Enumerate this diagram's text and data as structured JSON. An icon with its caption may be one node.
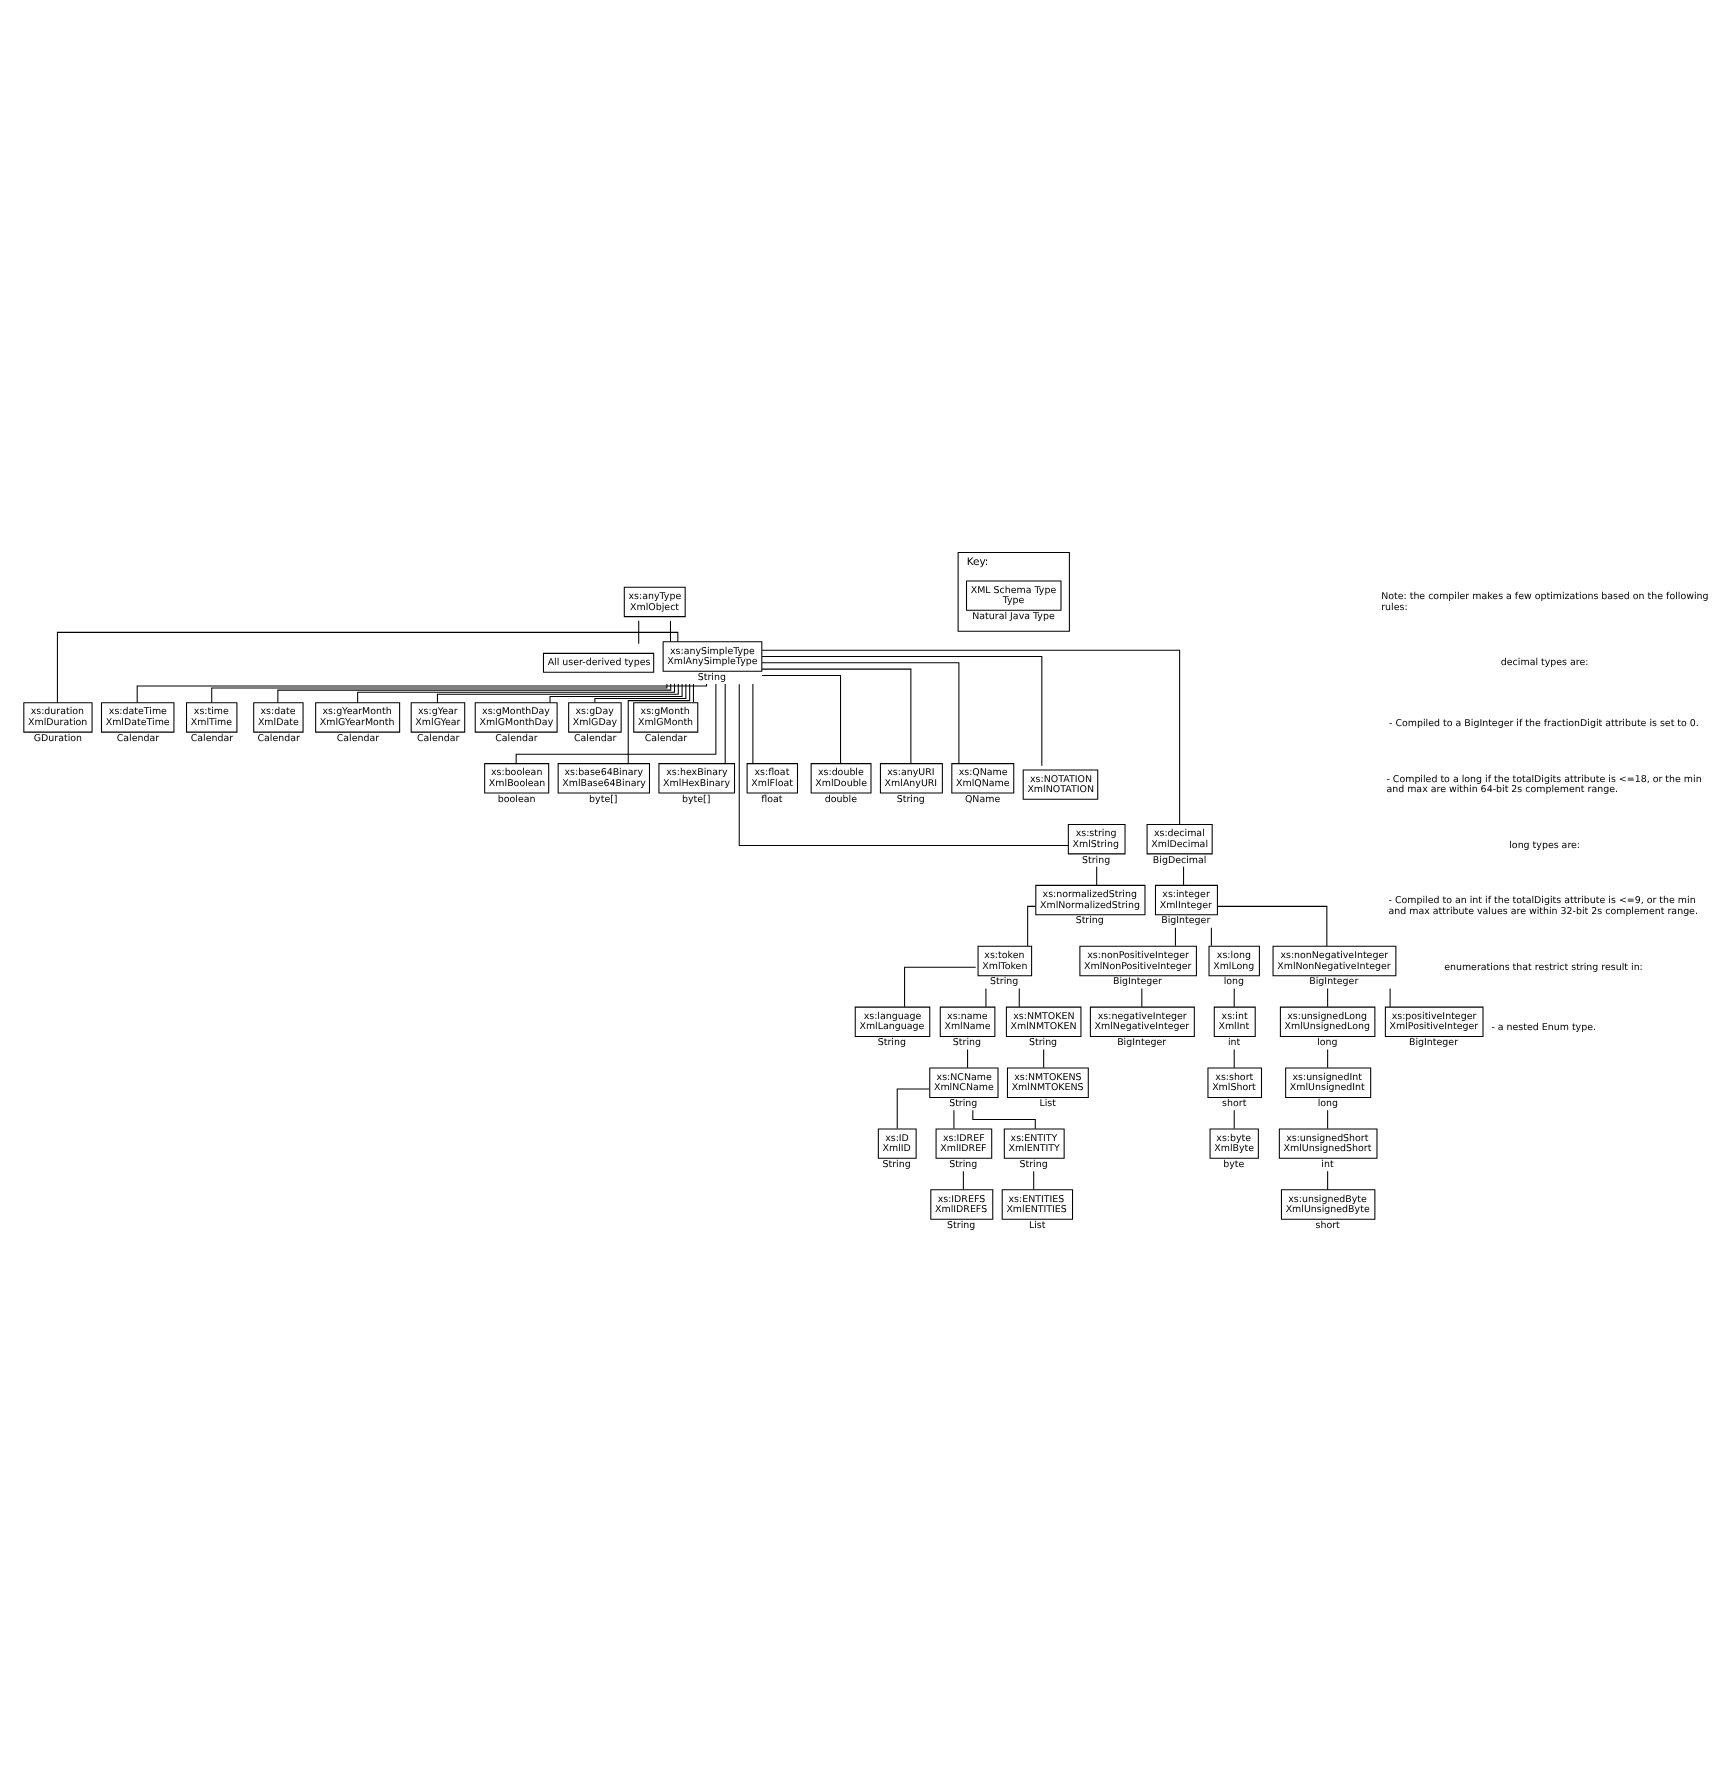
{
  "diagram": {
    "nodes": [
      {
        "text": [
          "xs:anyType",
          "XmlObject"
        ]
      },
      {
        "text": [
          "All user-derived types"
        ]
      },
      {
        "text": [
          "xs:anySimpleType",
          "XmlAnySimpleType"
        ],
        "beside": [
          "String"
        ]
      },
      {
        "text": [
          "xs:duration",
          "XmlDuration"
        ],
        "beside": [
          "GDuration"
        ]
      },
      {
        "text": [
          "xs:dateTime",
          "XmlDateTime"
        ],
        "beside": [
          "Calendar"
        ]
      },
      {
        "text": [
          "xs:time",
          "XmlTime"
        ],
        "beside": [
          "Calendar"
        ]
      },
      {
        "text": [
          "xs:date",
          "XmlDate"
        ],
        "beside": [
          "Calendar"
        ]
      },
      {
        "text": [
          "xs:gYearMonth",
          "XmlGYearMonth"
        ],
        "beside": [
          "Calendar"
        ]
      },
      {
        "text": [
          "xs:gYear",
          "XmlGYear"
        ],
        "beside": [
          "Calendar"
        ]
      },
      {
        "text": [
          "xs:gMonthDay",
          "XmlGMonthDay"
        ],
        "beside": [
          "Calendar"
        ]
      },
      {
        "text": [
          "xs:gDay",
          "XmlGDay"
        ],
        "beside": [
          "Calendar"
        ]
      },
      {
        "text": [
          "xs:gMonth",
          "XmlGMonth"
        ],
        "beside": [
          "Calendar"
        ]
      },
      {
        "text": [
          "xs:boolean",
          "XmlBoolean"
        ],
        "beside": [
          "boolean"
        ]
      },
      {
        "text": [
          "xs:base64Binary",
          "XmlBase64Binary"
        ],
        "beside": [
          "byte[]"
        ]
      },
      {
        "text": [
          "xs:hexBinary",
          "XmlHexBinary"
        ],
        "beside": [
          "byte[]"
        ]
      },
      {
        "text": [
          "xs:float",
          "XmlFloat"
        ],
        "beside": [
          "float"
        ]
      },
      {
        "text": [
          "xs:double",
          "XmlDouble"
        ],
        "beside": [
          "double"
        ]
      },
      {
        "text": [
          "xs:anyURI",
          "XmlAnyURI"
        ],
        "beside": [
          "String"
        ]
      },
      {
        "text": [
          "xs:QName",
          "XmlQName"
        ],
        "beside": [
          "QName"
        ]
      },
      {
        "text": [
          "xs:NOTATION",
          "XmlNOTATION"
        ]
      },
      {
        "text": [
          "xs:string",
          "XmlString"
        ],
        "beside": [
          "String"
        ]
      },
      {
        "text": [
          "xs:decimal",
          "XmlDecimal"
        ],
        "beside": [
          "BigDecimal"
        ]
      },
      {
        "text": [
          "xs:normalizedString",
          "XmlNormalizedString"
        ],
        "beside": [
          "String"
        ]
      },
      {
        "text": [
          "xs:integer",
          "XmlInteger"
        ],
        "beside": [
          "BigInteger"
        ]
      },
      {
        "text": [
          "xs:token",
          "XmlToken"
        ],
        "beside": [
          "String"
        ]
      },
      {
        "text": [
          "xs:nonPositiveInteger",
          "XmlNonPositiveInteger"
        ],
        "beside": [
          "BigInteger"
        ]
      },
      {
        "text": [
          "xs:long",
          "XmlLong"
        ],
        "beside": [
          "long"
        ]
      },
      {
        "text": [
          "xs:nonNegativeInteger",
          "XmlNonNegativeInteger"
        ],
        "beside": [
          "BigInteger"
        ]
      },
      {
        "text": [
          "xs:language",
          "XmlLanguage"
        ],
        "beside": [
          "String"
        ]
      },
      {
        "text": [
          "xs:name",
          "XmlName"
        ],
        "beside": [
          "String"
        ]
      },
      {
        "text": [
          "xs:NMTOKEN",
          "XmlNMTOKEN"
        ],
        "beside": [
          "String"
        ]
      },
      {
        "text": [
          "xs:negativeInteger",
          "XmlNegativeInteger"
        ],
        "beside": [
          "BigInteger"
        ]
      },
      {
        "text": [
          "xs:int",
          "XmlInt"
        ],
        "beside": [
          "int"
        ]
      },
      {
        "text": [
          "xs:unsignedLong",
          "XmlUnsignedLong"
        ],
        "beside": [
          "long"
        ]
      },
      {
        "text": [
          "xs:positiveInteger",
          "XmlPositiveInteger"
        ],
        "beside": [
          "BigInteger"
        ]
      },
      {
        "text": [
          "xs:NCName",
          "XmlNCName"
        ],
        "beside": [
          "String"
        ]
      },
      {
        "text": [
          "xs:NMTOKENS",
          "XmlNMTOKENS"
        ],
        "beside": [
          "List"
        ]
      },
      {
        "text": [
          "xs:short",
          "XmlShort"
        ],
        "beside": [
          "short"
        ]
      },
      {
        "text": [
          "xs:unsignedInt",
          "XmlUnsignedInt"
        ],
        "beside": [
          "long"
        ]
      },
      {
        "text": [
          "xs:ID",
          "XmlID"
        ],
        "beside": [
          "String"
        ]
      },
      {
        "text": [
          "xs:IDREF",
          "XmlIDREF"
        ],
        "beside": [
          "String"
        ]
      },
      {
        "text": [
          "xs:ENTITY",
          "XmlENTITY"
        ],
        "beside": [
          "String"
        ]
      },
      {
        "text": [
          "xs:byte",
          "XmlByte"
        ],
        "beside": [
          "byte"
        ]
      },
      {
        "text": [
          "xs:unsignedShort",
          "XmlUnsignedShort"
        ],
        "beside": [
          "int"
        ]
      },
      {
        "text": [
          "xs:IDREFS",
          "XmlIDREFS"
        ],
        "beside": [
          "String"
        ]
      },
      {
        "text": [
          "xs:ENTITIES",
          "XmlENTITIES"
        ],
        "beside": [
          "List"
        ]
      },
      {
        "text": [
          "xs:unsignedByte",
          "XmlUnsignedByte"
        ],
        "beside": [
          "short"
        ]
      },
      {
        "text": [
          "Key:"
        ]
      },
      {
        "text": [
          "XML Schema Type",
          "Type"
        ],
        "beside": [
          "Natural Java Type"
        ],
        "in": 47
      }
    ],
    "edges": [
      {
        "from": 0,
        "to": 1,
        "arrow": "none"
      },
      {
        "from": 0,
        "to": 2,
        "arrow": "none"
      },
      {
        "from": 2,
        "to": 3,
        "arrow": "none"
      },
      {
        "from": 2,
        "to": 4,
        "arrow": "none"
      },
      {
        "from": 2,
        "to": 5,
        "arrow": "none"
      },
      {
        "from": 2,
        "to": 6,
        "arrow": "none"
      },
      {
        "from": 2,
        "to": 7,
        "arrow": "none"
      },
      {
        "from": 2,
        "to": 8,
        "arrow": "none"
      },
      {
        "from": 2,
        "to": 9,
        "arrow": "none"
      },
      {
        "from": 2,
        "to": 10,
        "arrow": "none"
      },
      {
        "from": 2,
        "to": 11,
        "arrow": "none"
      },
      {
        "from": 2,
        "to": 12,
        "arrow": "none"
      },
      {
        "from": 2,
        "to": 13,
        "arrow": "none"
      },
      {
        "from": 2,
        "to": 14,
        "arrow": "none"
      },
      {
        "from": 2,
        "to": 15,
        "arrow": "none"
      },
      {
        "from": 2,
        "to": 16,
        "arrow": "none"
      },
      {
        "from": 2,
        "to": 17,
        "arrow": "none"
      },
      {
        "from": 2,
        "to": 18,
        "arrow": "none"
      },
      {
        "from": 2,
        "to": 19,
        "arrow": "none"
      },
      {
        "from": 2,
        "to": 20,
        "arrow": "none"
      },
      {
        "from": 2,
        "to": 21,
        "arrow": "none"
      },
      {
        "from": 20,
        "to": 22,
        "arrow": "none"
      },
      {
        "from": 22,
        "to": 24,
        "arrow": "none"
      },
      {
        "from": 24,
        "to": 28,
        "arrow": "none"
      },
      {
        "from": 24,
        "to": 29,
        "arrow": "none"
      },
      {
        "from": 24,
        "to": 30,
        "arrow": "none"
      },
      {
        "from": 29,
        "to": 35,
        "arrow": "none"
      },
      {
        "from": 30,
        "to": 36,
        "arrow": "none"
      },
      {
        "from": 35,
        "to": 39,
        "arrow": "none"
      },
      {
        "from": 35,
        "to": 40,
        "arrow": "none"
      },
      {
        "from": 35,
        "to": 41,
        "arrow": "none"
      },
      {
        "from": 40,
        "to": 44,
        "arrow": "none"
      },
      {
        "from": 41,
        "to": 45,
        "arrow": "none"
      },
      {
        "from": 21,
        "to": 23,
        "arrow": "none"
      },
      {
        "from": 23,
        "to": 25,
        "arrow": "none"
      },
      {
        "from": 23,
        "to": 26,
        "arrow": "none"
      },
      {
        "from": 23,
        "to": 27,
        "arrow": "none"
      },
      {
        "from": 25,
        "to": 31,
        "arrow": "none"
      },
      {
        "from": 26,
        "to": 32,
        "arrow": "none"
      },
      {
        "from": 32,
        "to": 37,
        "arrow": "none"
      },
      {
        "from": 37,
        "to": 42,
        "arrow": "none"
      },
      {
        "from": 27,
        "to": 33,
        "arrow": "none"
      },
      {
        "from": 27,
        "to": 34,
        "arrow": "none"
      },
      {
        "from": 33,
        "to": 38,
        "arrow": "none"
      },
      {
        "from": 38,
        "to": 43,
        "arrow": "none"
      },
      {
        "from": 43,
        "to": 46,
        "arrow": "none"
      }
    ],
    "labels": [
      "Note: the compiler makes a few optimizations based on the following rules:",
      "decimal types are:",
      "- Compiled to a BigInteger if the fractionDigit attribute is set to 0.",
      "- Compiled to a long if the totalDigits attribute is <=18, or the min and max are within 64-bit 2s complement range.",
      "long types are:",
      "- Compiled to an int if the totalDigits attribute is <=9, or the min and max attribute values are within 32-bit 2s complement range.",
      "enumerations that restrict string result in:",
      "- a nested Enum type."
    ]
  }
}
